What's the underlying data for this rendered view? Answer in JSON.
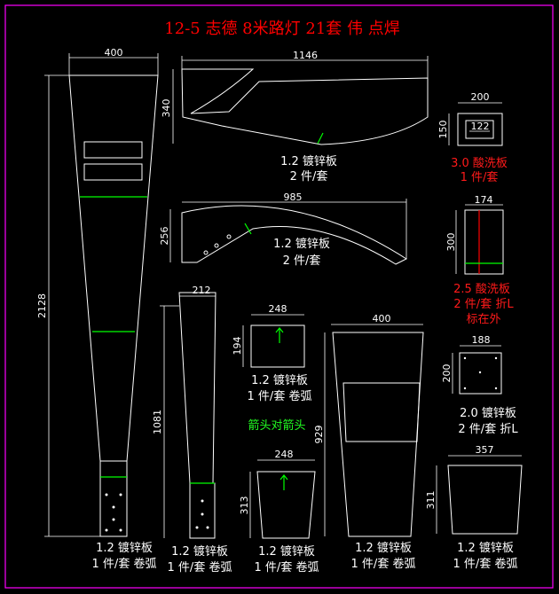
{
  "title": "12-5 志德 8米路灯 21套 伟 点焊",
  "colors": {
    "background": "#000000",
    "frame": "#ff00ff",
    "lines": "#ffffff",
    "note": "#ff0000",
    "marker": "#00ff00"
  },
  "parts": [
    {
      "id": "pole-large",
      "dims": {
        "width": "400",
        "height": "2128"
      },
      "spec": "1.2 镀锌板",
      "qty": "1 件/套 卷弧"
    },
    {
      "id": "top-bracket",
      "dims": {
        "width": "1146",
        "height": "340"
      },
      "spec": "1.2 镀锌板",
      "qty": "2 件/套"
    },
    {
      "id": "arc-arm",
      "dims": {
        "width": "985",
        "height": "256"
      },
      "spec": "1.2 镀锌板",
      "qty": "2 件/套"
    },
    {
      "id": "plate-200",
      "dims": {
        "width": "200",
        "height": "150",
        "inner": "122"
      },
      "spec": "3.0 酸洗板",
      "qty": "1 件/套"
    },
    {
      "id": "plate-174",
      "dims": {
        "width": "174",
        "height": "300"
      },
      "spec": "2.5 酸洗板",
      "qty": "2 件/套 折L",
      "note": "标在外"
    },
    {
      "id": "pole-small",
      "dims": {
        "width": "212",
        "height": "1081"
      },
      "spec": "1.2 镀锌板",
      "qty": "1 件/套 卷弧"
    },
    {
      "id": "sheet-248a",
      "dims": {
        "width": "248",
        "height": "194"
      },
      "spec": "1.2 镀锌板",
      "qty": "1 件/套 卷弧"
    },
    {
      "id": "sheet-248b",
      "dims": {
        "width": "248",
        "height": "313"
      },
      "spec": "1.2 镀锌板",
      "qty": "1 件/套 卷弧"
    },
    {
      "id": "bucket-400",
      "dims": {
        "width": "400",
        "height": "929"
      },
      "spec": "1.2 镀锌板",
      "qty": "1 件/套 卷弧"
    },
    {
      "id": "plate-188",
      "dims": {
        "width": "188",
        "height": "200"
      },
      "spec": "2.0 镀锌板",
      "qty": "2 件/套 折L"
    },
    {
      "id": "tray-357",
      "dims": {
        "width": "357",
        "height": "311"
      },
      "spec": "1.2 镀锌板",
      "qty": "1 件/套 卷弧"
    }
  ],
  "arrow_note": "箭头对箭头"
}
